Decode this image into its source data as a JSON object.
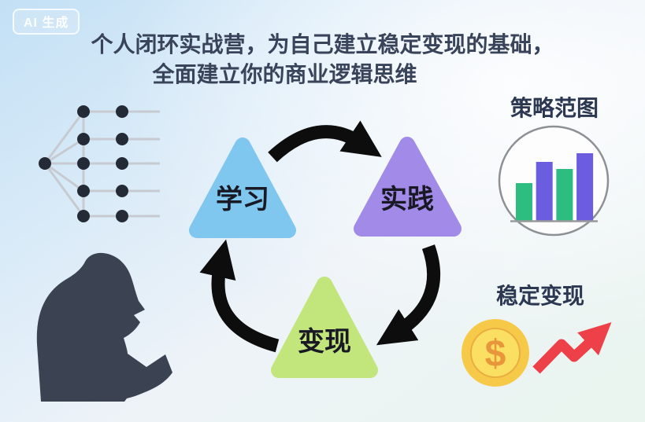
{
  "badge": {
    "label": "AI 生成"
  },
  "title": {
    "line1": "个人闭环实战营，为自己建立稳定变现的基础，",
    "line2": "全面建立你的商业逻辑思维"
  },
  "cycle": {
    "steps": [
      {
        "id": "learn",
        "label": "学习",
        "color": "#7fc7ee"
      },
      {
        "id": "practice",
        "label": "实践",
        "color": "#a28ae8"
      },
      {
        "id": "monetize",
        "label": "变现",
        "color": "#c2e67c"
      }
    ],
    "arrow_color": "#0d0d0d"
  },
  "strategy": {
    "label": "策略范图",
    "bars": [
      {
        "color": "#2dbd81",
        "height": 48
      },
      {
        "color": "#6c5ce0",
        "height": 75
      },
      {
        "color": "#2dbd81",
        "height": 66
      },
      {
        "color": "#6c5ce0",
        "height": 86
      }
    ]
  },
  "monetize": {
    "label": "稳定变现",
    "coin_symbol": "$",
    "coin_color": "#f7c948",
    "coin_inner_color": "#fbdf63",
    "trend_color": "#ee4048"
  },
  "colors": {
    "title_text": "#39435a",
    "silhouette": "#3b4353",
    "tree_node": "#252b36",
    "tree_line": "#c7cbd1"
  }
}
